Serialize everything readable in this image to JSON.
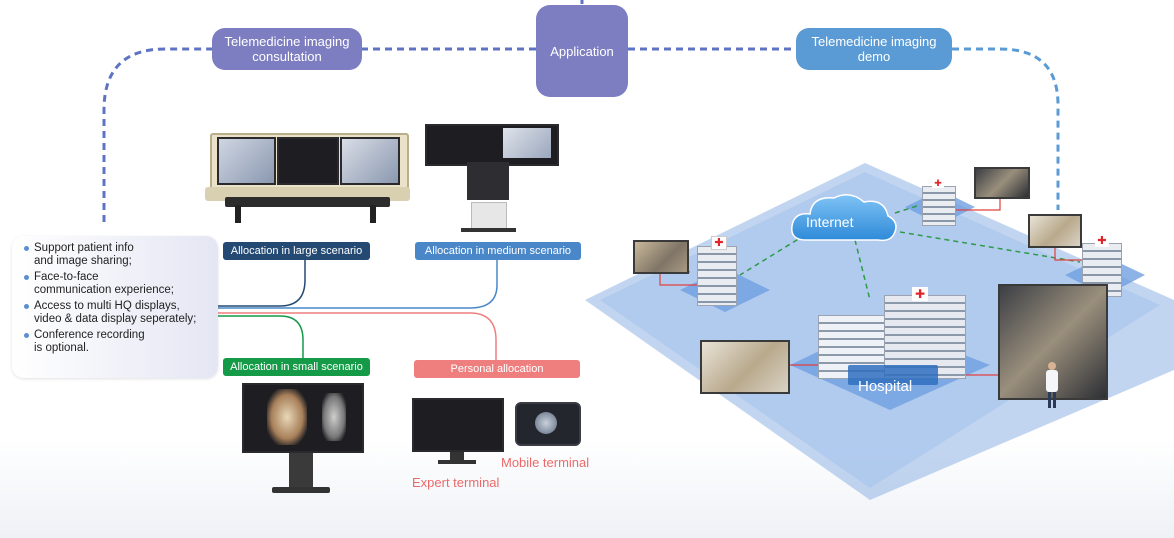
{
  "top_row": {
    "left_pill": "Telemedicine imaging\nconsultation",
    "center_pill": "Application",
    "right_pill": "Telemedicine imaging\ndemo"
  },
  "features": [
    "Support patient info\nand image sharing;",
    "Face-to-face\ncommunication experience;",
    "Access to multi HQ displays,\nvideo & data display seperately;",
    "Conference recording\n is optional."
  ],
  "allocations": {
    "large": "Allocation in large scenario",
    "medium": "Allocation in medium scenario",
    "small": "Allocation in small scenario",
    "personal": "Personal allocation"
  },
  "terminals": {
    "mobile": "Mobile terminal",
    "expert": "Expert terminal"
  },
  "network": {
    "cloud": "Internet",
    "hospital": "Hospital"
  },
  "colors": {
    "purple": "#7d7dc1",
    "blue": "#5b9bd5",
    "navy": "#244a73",
    "green": "#159a48",
    "red": "#ef7f7f",
    "floor": "#7fa8de"
  }
}
